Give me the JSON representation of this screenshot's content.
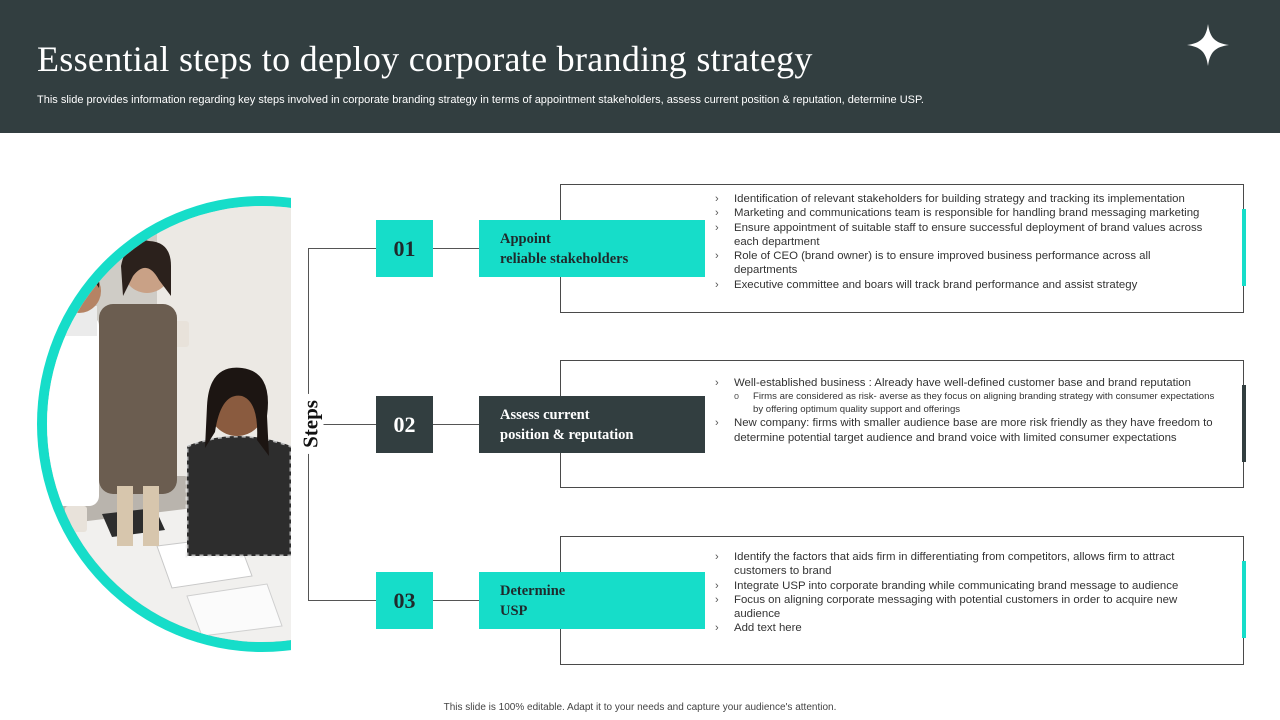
{
  "header": {
    "title": "Essential steps to deploy corporate branding strategy",
    "subtitle": "This slide provides information regarding key steps involved in corporate branding strategy in terms of appointment stakeholders, assess current position & reputation, determine USP."
  },
  "steps_label": "Steps",
  "steps": [
    {
      "number": "01",
      "title_line1": "Appoint",
      "title_line2": "reliable stakeholders",
      "style": "teal",
      "points": [
        "Identification of relevant stakeholders for building strategy and tracking its implementation",
        "Marketing and communications team is responsible for handling brand messaging marketing",
        "Ensure appointment of suitable staff to ensure successful deployment of brand values across each department",
        "Role of CEO (brand owner) is to ensure improved business performance across all departments",
        "Executive  committee and boars will track brand performance and assist strategy"
      ]
    },
    {
      "number": "02",
      "title_line1": "Assess current",
      "title_line2": "position & reputation",
      "style": "dark",
      "points": [
        "Well-established business : Already  have well-defined customer base and brand reputation",
        "Firms  are considered as risk- averse as they  focus on aligning  branding strategy with consumer expectations  by offering optimum  quality support and offerings",
        "New company: firms with smaller audience base are more risk friendly as they have freedom to determine potential target audience and brand voice with limited consumer expectations"
      ]
    },
    {
      "number": "03",
      "title_line1": "Determine",
      "title_line2": "USP",
      "style": "teal",
      "points": [
        "Identify  the factors that aids firm in differentiating from competitors, allows firm to attract  customers to brand",
        "Integrate USP into corporate branding while communicating brand message to audience",
        "Focus on aligning corporate messaging with potential customers in order to acquire new audience",
        "Add text  here"
      ]
    }
  ],
  "bullet_glyph": "›",
  "sub_bullet_glyph": "o",
  "footer": "This slide is 100% editable.  Adapt it to your needs and capture your audience's attention.",
  "colors": {
    "header_bg": "#323e40",
    "accent_teal": "#16ddc9",
    "dark": "#323e40"
  },
  "icons": {
    "header_decoration": "four-point-star-icon",
    "photo": "business-team-meeting-photo"
  }
}
